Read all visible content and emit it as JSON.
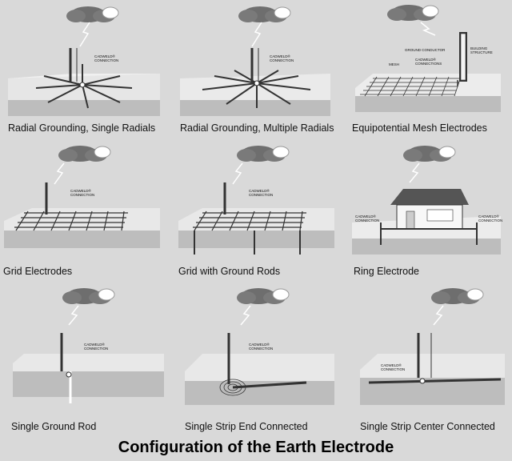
{
  "title": "Configuration of the Earth Electrode",
  "panels": [
    {
      "caption": "Radial Grounding, Single Radials",
      "labels": [
        "CADWELD®",
        "CONNECTION"
      ]
    },
    {
      "caption": "Radial Grounding, Multiple Radials",
      "labels": [
        "CADWELD®",
        "CONNECTION"
      ]
    },
    {
      "caption": "Equipotential Mesh Electrodes",
      "labels": [
        "GROUND CONDUCTOR",
        "BUILDING",
        "STRUCTURE",
        "CADWELD®",
        "CONNECTIONS",
        "MESH"
      ]
    },
    {
      "caption": "Grid Electrodes",
      "labels": [
        "CADWELD®",
        "CONNECTION"
      ]
    },
    {
      "caption": "Grid with Ground Rods",
      "labels": [
        "CADWELD®",
        "CONNECTION"
      ]
    },
    {
      "caption": "Ring Electrode",
      "labels": [
        "CADWELD®",
        "CONNECTION",
        "CADWELD®",
        "CONNECTION"
      ]
    },
    {
      "caption": "Single Ground Rod",
      "labels": [
        "CADWELD®",
        "CONNECTION"
      ]
    },
    {
      "caption": "Single Strip End Connected",
      "labels": [
        "CADWELD®",
        "CONNECTION"
      ]
    },
    {
      "caption": "Single Strip Center Connected",
      "labels": [
        "CADWELD®",
        "CONNECTION"
      ]
    }
  ]
}
